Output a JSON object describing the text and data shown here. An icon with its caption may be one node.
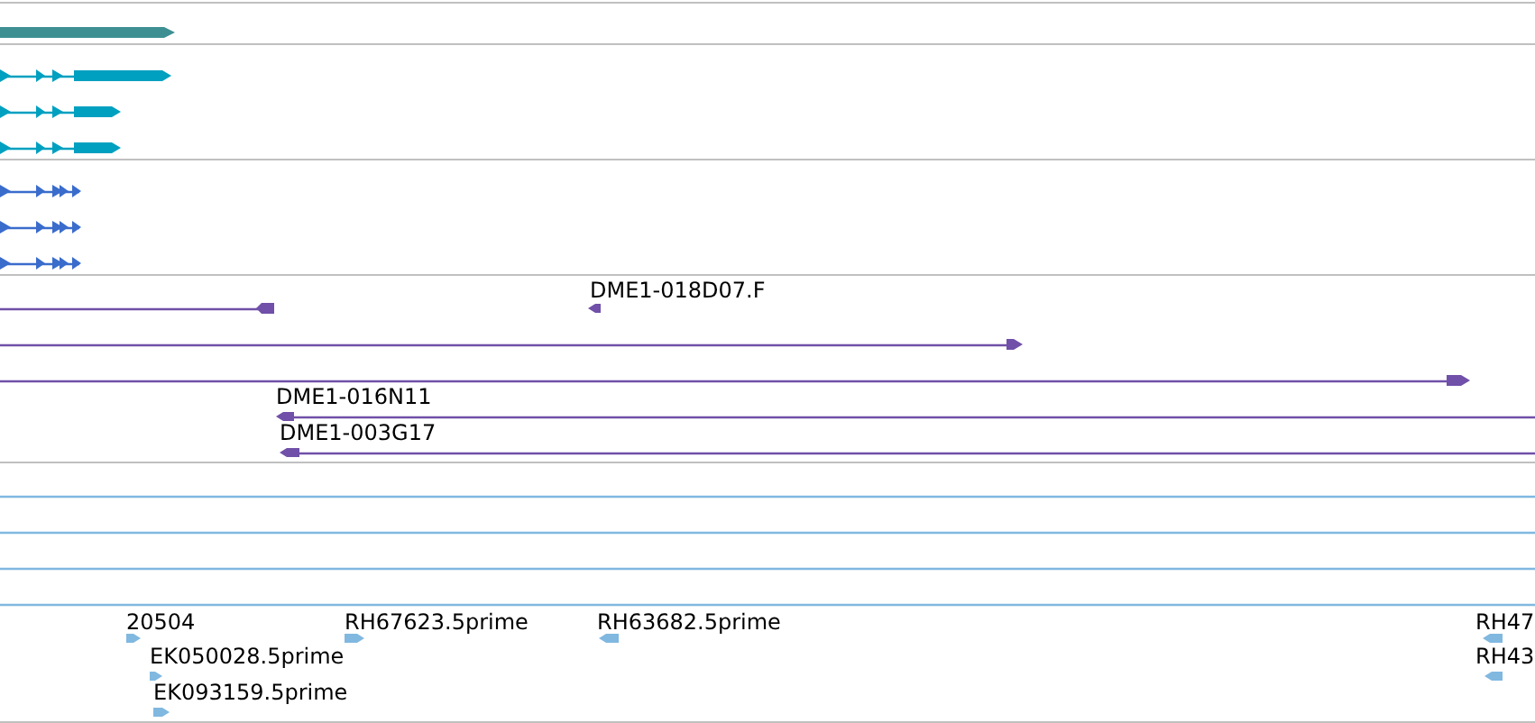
{
  "diagram": {
    "labels": [
      "DME1-018D07.F",
      "DME1-016N11",
      "DME1-003G17",
      "20504",
      "RH67623.5prime",
      "RH63682.5prime",
      "RH47",
      "EK050028.5prime",
      "RH43",
      "EK093159.5prime"
    ]
  }
}
